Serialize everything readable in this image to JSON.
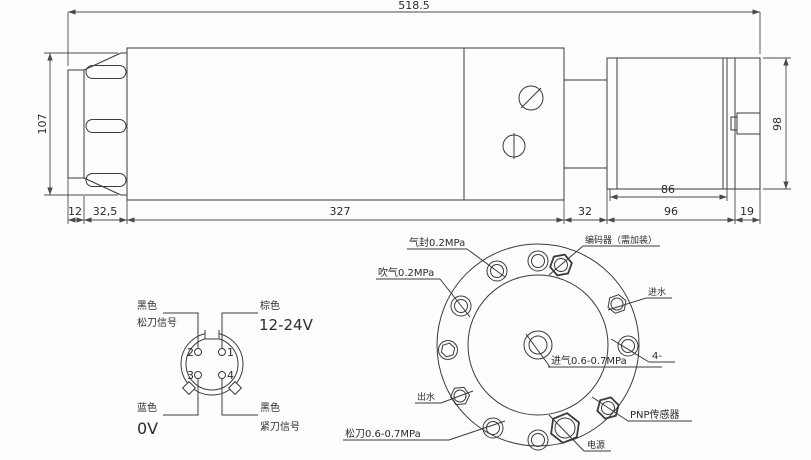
{
  "side_view": {
    "dim_overall": "518.5",
    "dim_collet_od": "107",
    "dim_rear_od": "98",
    "dim_collet_tip": "12",
    "dim_collet_nut": "32,5",
    "dim_body": "327",
    "dim_neck": "32",
    "dim_motor": "96",
    "dim_rear_cap": "19",
    "dim_motor_housing": "86"
  },
  "connector_pinout": {
    "pin_top_left": "2",
    "pin_top_right": "1",
    "pin_bottom_left": "3",
    "pin_bottom_right": "4",
    "top_left_color": "黑色",
    "top_left_signal": "松刀信号",
    "top_right_color": "棕色",
    "top_right_voltage": "12-24V",
    "bottom_left_color": "蓝色",
    "bottom_left_voltage": "0V",
    "bottom_right_color": "黑色",
    "bottom_right_signal": "紧刀信号"
  },
  "rear_flange": {
    "air_seal": "气封0.2MPa",
    "air_blow": "吹气0.2MPa",
    "encoder": "编码器（需加装）",
    "water_in": "进水",
    "bolt_holes": "4-",
    "pnp_sensor": "PNP传感器",
    "power": "电源",
    "air_inlet": "进气0.6-0.7MPa",
    "tool_release": "松刀0.6-0.7MPa",
    "water_out": "出水"
  },
  "colors": {
    "line": "#3a3a3a",
    "background": "#fdfdfd"
  }
}
